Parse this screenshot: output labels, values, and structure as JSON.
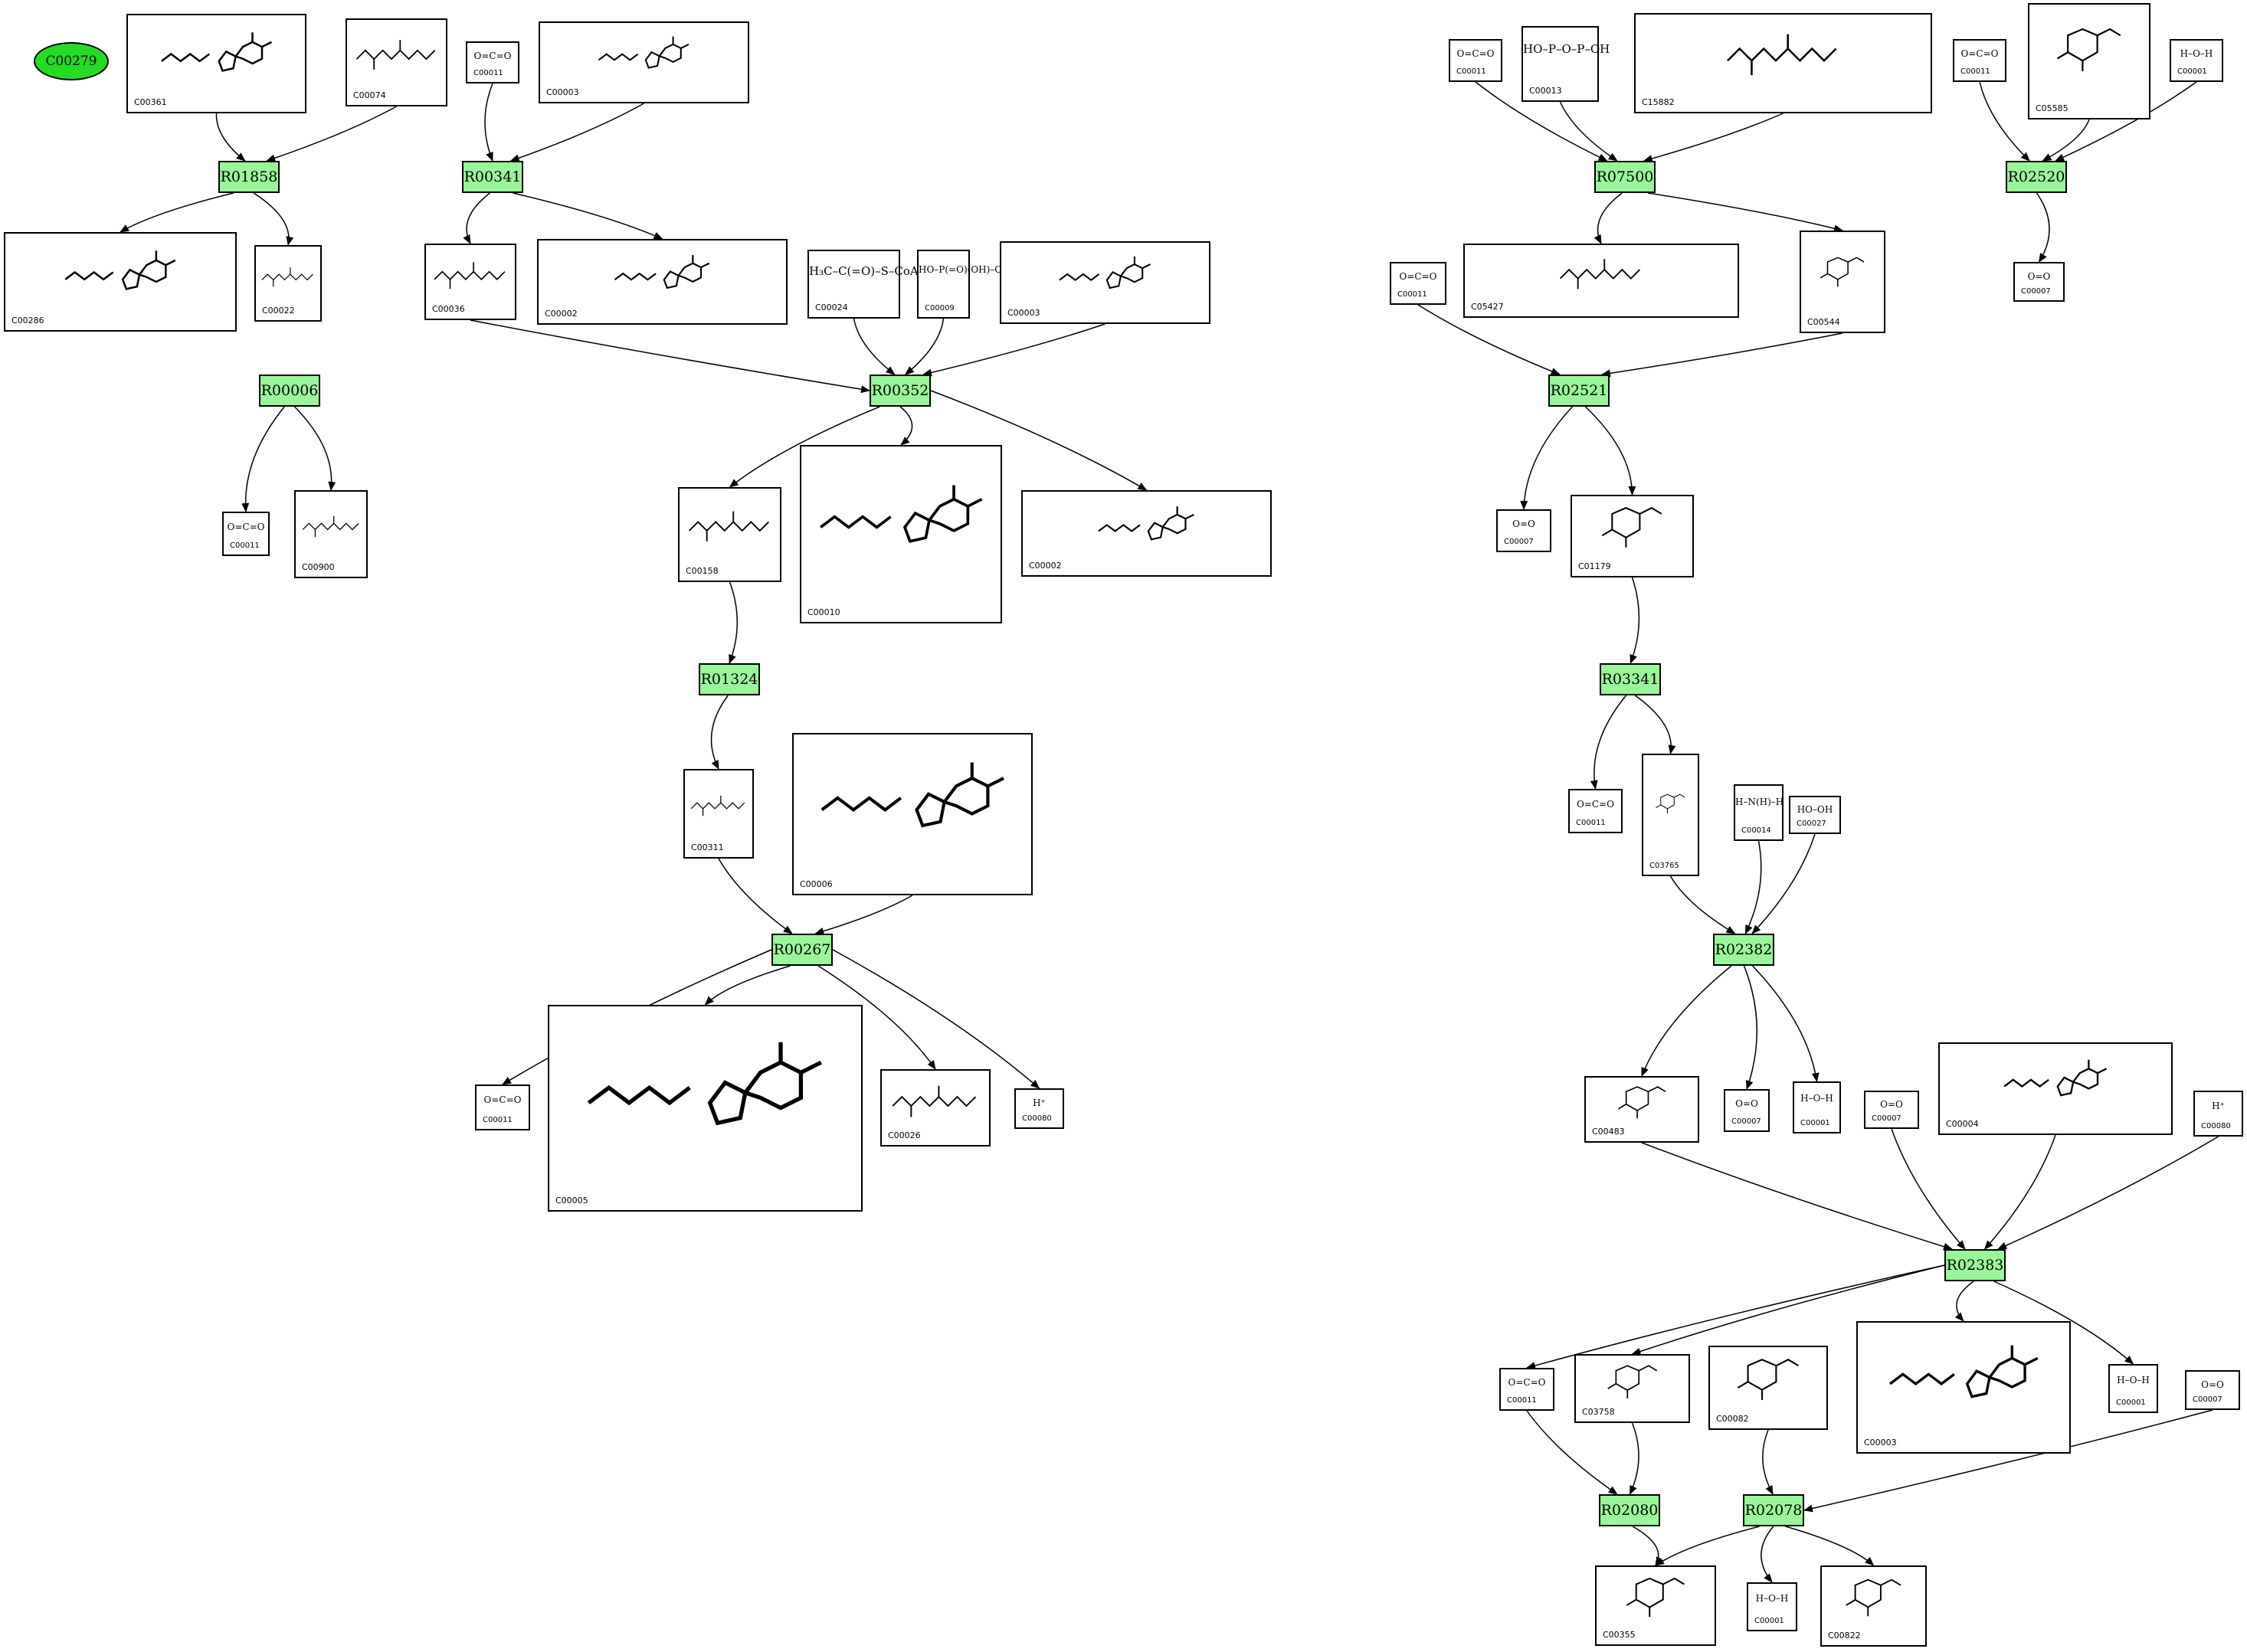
{
  "start_node": {
    "id": "C00279",
    "color": "#22dd22"
  },
  "colors": {
    "reaction_fill": "#9af59a",
    "line": "#000000"
  },
  "reactions": [
    {
      "id": "R01858"
    },
    {
      "id": "R00341"
    },
    {
      "id": "R00006"
    },
    {
      "id": "R00352"
    },
    {
      "id": "R01324"
    },
    {
      "id": "R00267"
    },
    {
      "id": "R07500"
    },
    {
      "id": "R02520"
    },
    {
      "id": "R02521"
    },
    {
      "id": "R03341"
    },
    {
      "id": "R02382"
    },
    {
      "id": "R02383"
    },
    {
      "id": "R02080"
    },
    {
      "id": "R02078"
    }
  ],
  "compounds": [
    {
      "id": "C00361",
      "formula": ""
    },
    {
      "id": "C00074",
      "formula": ""
    },
    {
      "id": "C00011",
      "formula": "O=C=O"
    },
    {
      "id": "C00003",
      "formula": ""
    },
    {
      "id": "C00286",
      "formula": ""
    },
    {
      "id": "C00022",
      "formula": ""
    },
    {
      "id": "C00036",
      "formula": ""
    },
    {
      "id": "C00002",
      "formula": ""
    },
    {
      "id": "C00024",
      "formula": "H₃C–C(=O)–S–CoA"
    },
    {
      "id": "C00009",
      "formula": "HO–P(=O)(OH)–OH"
    },
    {
      "id": "C00003",
      "formula": ""
    },
    {
      "id": "C00011",
      "formula": "O=C=O"
    },
    {
      "id": "C00900",
      "formula": ""
    },
    {
      "id": "C00158",
      "formula": ""
    },
    {
      "id": "C00010",
      "formula": ""
    },
    {
      "id": "C00002",
      "formula": ""
    },
    {
      "id": "C00311",
      "formula": ""
    },
    {
      "id": "C00006",
      "formula": ""
    },
    {
      "id": "C00011",
      "formula": "O=C=O"
    },
    {
      "id": "C00005",
      "formula": ""
    },
    {
      "id": "C00026",
      "formula": ""
    },
    {
      "id": "C00080",
      "formula": "H⁺"
    },
    {
      "id": "C00011",
      "formula": "O=C=O"
    },
    {
      "id": "C00013",
      "formula": "HO–P–O–P–OH"
    },
    {
      "id": "C15882",
      "formula": ""
    },
    {
      "id": "C00011",
      "formula": "O=C=O"
    },
    {
      "id": "C05585",
      "formula": ""
    },
    {
      "id": "C00001",
      "formula": "H–O–H"
    },
    {
      "id": "C00011",
      "formula": "O=C=O"
    },
    {
      "id": "C05427",
      "formula": ""
    },
    {
      "id": "C00544",
      "formula": ""
    },
    {
      "id": "C00007",
      "formula": "O=O"
    },
    {
      "id": "C00007",
      "formula": "O=O"
    },
    {
      "id": "C01179",
      "formula": ""
    },
    {
      "id": "C00011",
      "formula": "O=C=O"
    },
    {
      "id": "C03765",
      "formula": ""
    },
    {
      "id": "C00014",
      "formula": "H–N(H)–H"
    },
    {
      "id": "C00027",
      "formula": "HO–OH"
    },
    {
      "id": "C00483",
      "formula": ""
    },
    {
      "id": "C00007",
      "formula": "O=O"
    },
    {
      "id": "C00001",
      "formula": "H–O–H"
    },
    {
      "id": "C00007",
      "formula": "O=O"
    },
    {
      "id": "C00004",
      "formula": ""
    },
    {
      "id": "C00080",
      "formula": "H⁺"
    },
    {
      "id": "C00011",
      "formula": "O=C=O"
    },
    {
      "id": "C03758",
      "formula": ""
    },
    {
      "id": "C00082",
      "formula": ""
    },
    {
      "id": "C00003",
      "formula": ""
    },
    {
      "id": "C00001",
      "formula": "H–O–H"
    },
    {
      "id": "C00007",
      "formula": "O=O"
    },
    {
      "id": "C00355",
      "formula": ""
    },
    {
      "id": "C00001",
      "formula": "H–O–H"
    },
    {
      "id": "C00822",
      "formula": ""
    }
  ]
}
